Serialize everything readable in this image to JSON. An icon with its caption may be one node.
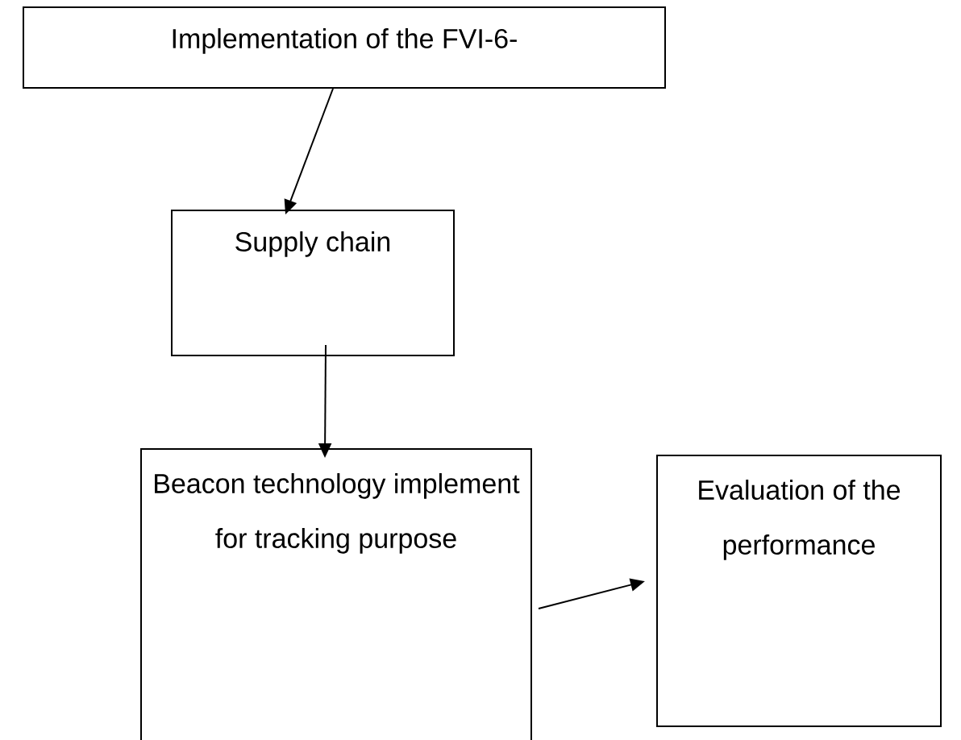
{
  "diagram": {
    "nodes": [
      {
        "text": [
          "Implementation of the FVI-6-"
        ]
      },
      {
        "text": [
          "Supply chain"
        ]
      },
      {
        "text": [
          "Beacon technology implement for tracking purpose"
        ]
      },
      {
        "text": [
          "Evaluation of the performance"
        ]
      }
    ],
    "edges": [
      {
        "from": 0,
        "to": 1,
        "arrow": "to"
      },
      {
        "from": 1,
        "to": 2,
        "arrow": "to"
      },
      {
        "from": 2,
        "to": 3,
        "arrow": "to"
      }
    ]
  }
}
